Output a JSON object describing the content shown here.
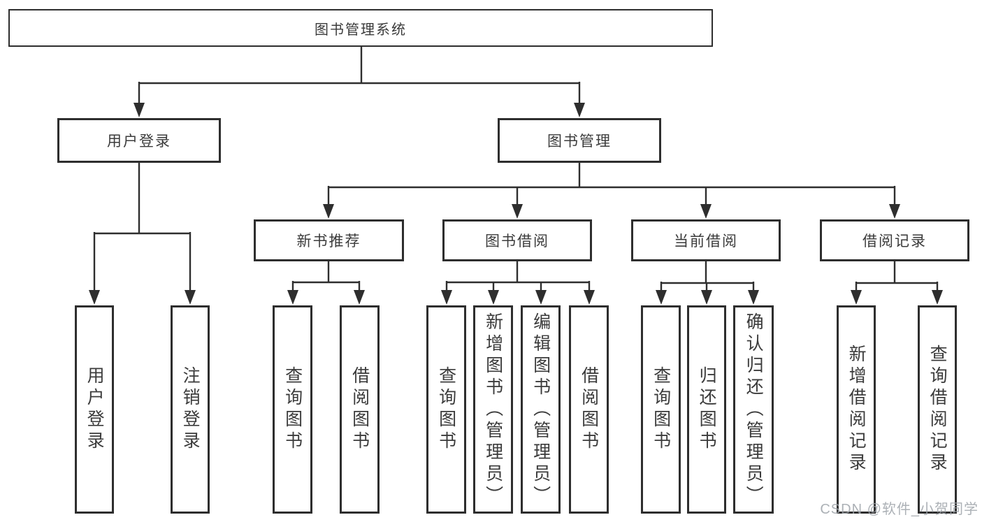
{
  "colors": {
    "line": "#2e2e2e",
    "box_border": "#2e2e2e",
    "text": "#3b3b3b",
    "watermark": "#9ea3a9",
    "background": "#ffffff"
  },
  "diagram": {
    "root": {
      "label": "图书管理系统",
      "children": [
        {
          "label": "用户登录",
          "children": [
            {
              "label": "用户登录"
            },
            {
              "label": "注销登录"
            }
          ]
        },
        {
          "label": "图书管理",
          "children": [
            {
              "label": "新书推荐",
              "children": [
                {
                  "label": "查询图书"
                },
                {
                  "label": "借阅图书"
                }
              ]
            },
            {
              "label": "图书借阅",
              "children": [
                {
                  "label": "查询图书"
                },
                {
                  "label": "新增图书（管理员）"
                },
                {
                  "label": "编辑图书（管理员）"
                },
                {
                  "label": "借阅图书"
                }
              ]
            },
            {
              "label": "当前借阅",
              "children": [
                {
                  "label": "查询图书"
                },
                {
                  "label": "归还图书"
                },
                {
                  "label": "确认归还（管理员）"
                }
              ]
            },
            {
              "label": "借阅记录",
              "children": [
                {
                  "label": "新增借阅记录"
                },
                {
                  "label": "查询借阅记录"
                }
              ]
            }
          ]
        }
      ]
    },
    "watermark": "CSDN @软件_小贺同学"
  }
}
